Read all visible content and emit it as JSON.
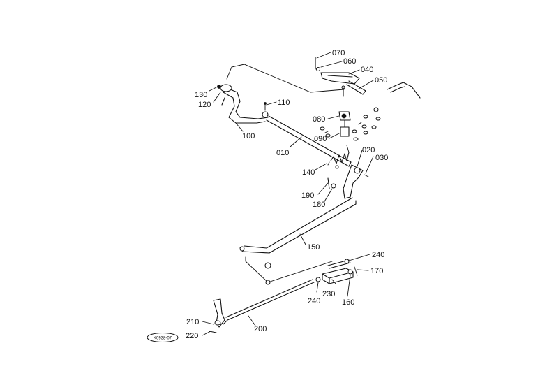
{
  "diagram": {
    "drawing_code": "K0938-07",
    "parts": [
      {
        "id": "p070",
        "label": "070"
      },
      {
        "id": "p060",
        "label": "060"
      },
      {
        "id": "p040",
        "label": "040"
      },
      {
        "id": "p050",
        "label": "050"
      },
      {
        "id": "p130",
        "label": "130"
      },
      {
        "id": "p120",
        "label": "120"
      },
      {
        "id": "p110",
        "label": "110"
      },
      {
        "id": "p100",
        "label": "100"
      },
      {
        "id": "p080",
        "label": "080"
      },
      {
        "id": "p090",
        "label": "090"
      },
      {
        "id": "p010",
        "label": "010"
      },
      {
        "id": "p020",
        "label": "020"
      },
      {
        "id": "p030",
        "label": "030"
      },
      {
        "id": "p140",
        "label": "140"
      },
      {
        "id": "p190",
        "label": "190"
      },
      {
        "id": "p180",
        "label": "180"
      },
      {
        "id": "p150",
        "label": "150"
      },
      {
        "id": "p240a",
        "label": "240"
      },
      {
        "id": "p170",
        "label": "170"
      },
      {
        "id": "p230",
        "label": "230"
      },
      {
        "id": "p240b",
        "label": "240"
      },
      {
        "id": "p160",
        "label": "160"
      },
      {
        "id": "p210",
        "label": "210"
      },
      {
        "id": "p200",
        "label": "200"
      },
      {
        "id": "p220",
        "label": "220"
      }
    ]
  }
}
